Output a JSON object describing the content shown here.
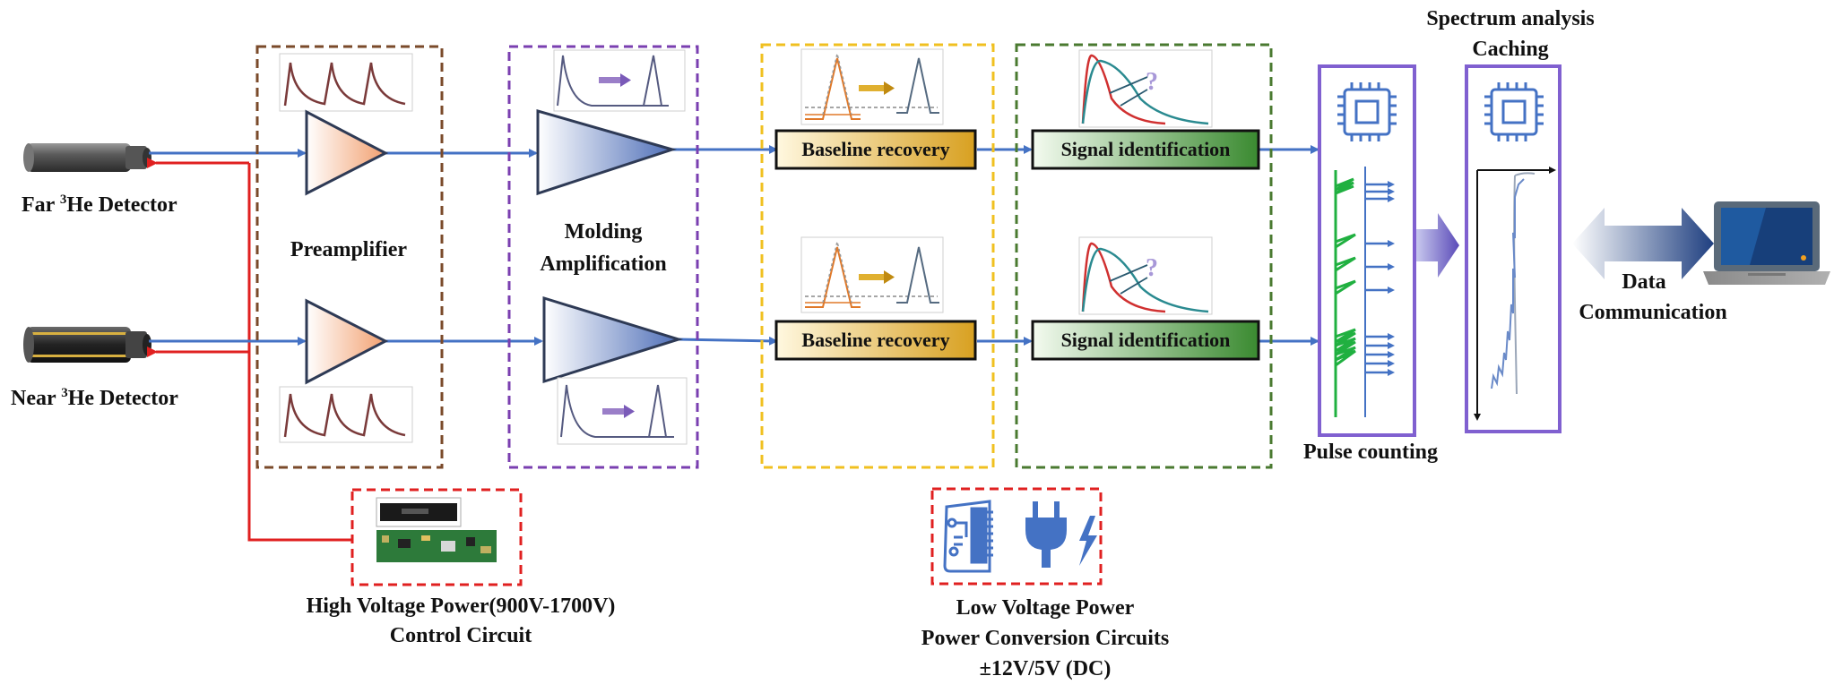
{
  "detectors": {
    "far": {
      "prefix": "Far ",
      "sup": "3",
      "suffix": "He Detector"
    },
    "near": {
      "prefix": "Near ",
      "sup": "3",
      "suffix": "He Detector"
    }
  },
  "stages": {
    "preamplifier": "Preamplifier",
    "molding_line1": "Molding",
    "molding_line2": "Amplification",
    "baseline_top": "Baseline recovery",
    "baseline_bottom": "Baseline recovery",
    "signal_top": "Signal identification",
    "signal_bottom": "Signal identification",
    "pulse_counting": "Pulse counting",
    "spectrum_line1": "Spectrum analysis",
    "spectrum_line2": "Caching",
    "data_line1": "Data",
    "data_line2": "Communication",
    "question_mark": "?"
  },
  "power": {
    "high_line1": "High Voltage Power(900V-1700V)",
    "high_line2": "Control Circuit",
    "low_line1": "Low Voltage Power",
    "low_line2": "Power Conversion Circuits",
    "low_line3": "±12V/5V (DC)"
  },
  "colors": {
    "signal_line": "#4472c4",
    "hv_line": "#e02020",
    "preamp_box": "#7a4a2a",
    "molding_box": "#7a3fb0",
    "baseline_box": "#f0c020",
    "signal_box": "#4a7a30",
    "power_box": "#e02020",
    "chip_box": "#8060d0"
  },
  "icons": [
    "chip-icon",
    "plug-icon",
    "laptop-icon",
    "pcb-icon",
    "lightning-icon"
  ]
}
